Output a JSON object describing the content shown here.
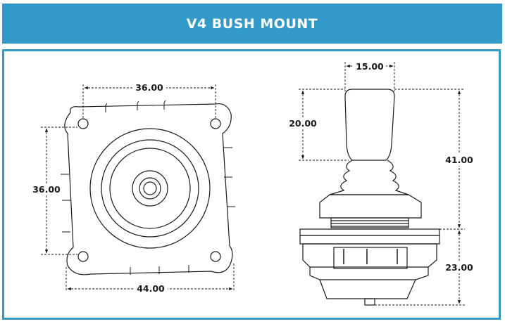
{
  "header": {
    "title": "V4 BUSH MOUNT"
  },
  "colors": {
    "accent": "#3399c9",
    "line": "#1a1a1a"
  },
  "dimensions": {
    "top_width": "36.00",
    "left_height": "36.00",
    "overall_width": "44.00",
    "handle_width": "15.00",
    "handle_height": "20.00",
    "above_mount_height": "41.00",
    "below_mount_height": "23.00"
  }
}
